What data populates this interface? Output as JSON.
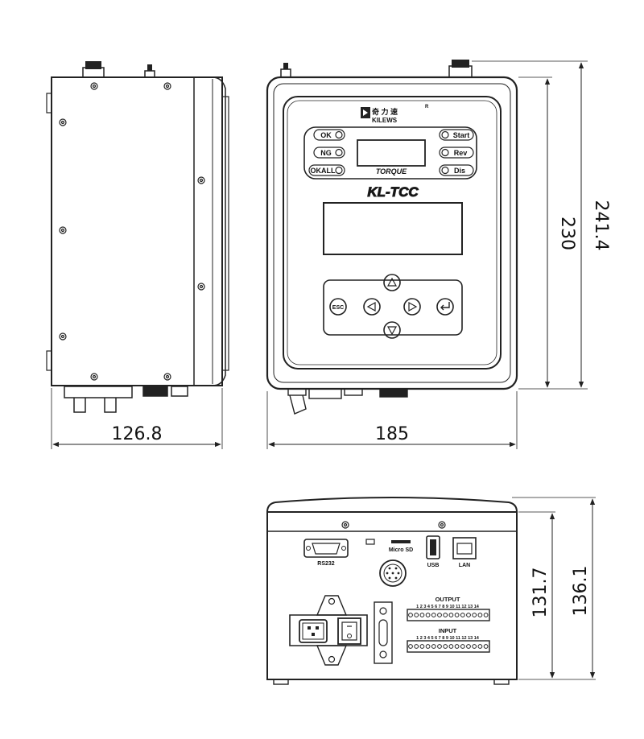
{
  "dimensions": {
    "side_width": "126.8",
    "front_width": "185",
    "front_height": "230",
    "front_height_total": "241.4",
    "back_height": "131.7",
    "back_height_total": "136.1"
  },
  "front_panel": {
    "brand_cn": "奇 力 速",
    "brand_en": "KILEWS",
    "registered": "R",
    "indicators_left": [
      "OK",
      "NG",
      "OKALL"
    ],
    "indicators_right": [
      "Start",
      "Rev",
      "Dis"
    ],
    "torque_label": "TORQUE",
    "model": "KL-TCC",
    "esc_label": "ESC"
  },
  "back_panel": {
    "rs232_label": "RS232",
    "microsd_label": "Micro SD",
    "usb_label": "USB",
    "lan_label": "LAN",
    "output_label": "OUTPUT",
    "input_label": "INPUT",
    "output_numbers": "1 2 3 4 5 6 7 8 9 10 11 12 13 14",
    "input_numbers": "1 2 3 4 5 6 7 8 9 10 11 12 13 14"
  },
  "colors": {
    "line": "#222222",
    "display": "#f4f4f4",
    "background": "#ffffff"
  }
}
